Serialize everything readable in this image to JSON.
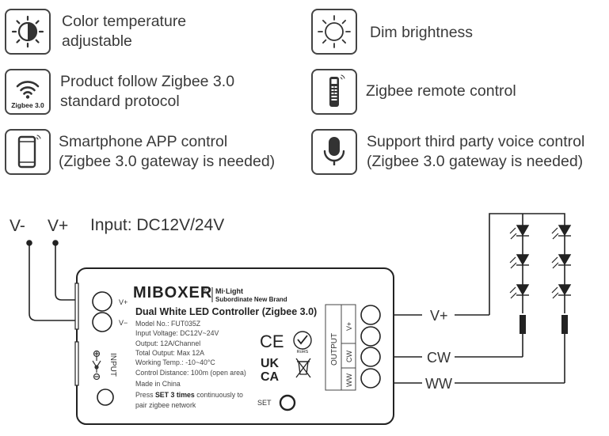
{
  "features": [
    {
      "icon": "color-temperature-icon",
      "lines": [
        "Color temperature",
        "adjustable"
      ]
    },
    {
      "icon": "brightness-icon",
      "lines": [
        "Dim brightness"
      ]
    },
    {
      "icon": "zigbee-wifi-icon",
      "icon_label": "Zigbee 3.0",
      "lines": [
        "Product follow Zigbee 3.0",
        "standard protocol"
      ]
    },
    {
      "icon": "remote-control-icon",
      "lines": [
        "Zigbee remote control"
      ]
    },
    {
      "icon": "smartphone-icon",
      "lines": [
        "Smartphone APP control",
        "(Zigbee 3.0 gateway is needed)"
      ]
    },
    {
      "icon": "microphone-icon",
      "lines": [
        "Support third party voice control",
        "(Zigbee 3.0 gateway is needed)"
      ]
    }
  ],
  "wiring": {
    "input_minus": "V-",
    "input_plus": "V+",
    "input_label": "Input: DC12V/24V",
    "out_vplus": "V+",
    "out_cw": "CW",
    "out_ww": "WW"
  },
  "controller": {
    "brand": "MIBOXER",
    "brand_reg": "®",
    "sub_brand_1": "Mi·Light",
    "sub_brand_2": "Subordinate New Brand",
    "title": "Dual White LED Controller (Zigbee 3.0)",
    "specs": [
      "Model No.: FUT035Z",
      "Input Voltage: DC12V~24V",
      "Output: 12A/Channel",
      "Total Output: Max 12A",
      "Working Temp.: -10~40°C",
      "Control Distance: 100m (open area)",
      "Made in China"
    ],
    "press_prefix": "Press ",
    "press_bold": "SET 3 times",
    "press_suffix": " continuously to",
    "press_line2": "pair zigbee network",
    "set_label": "SET",
    "terminal_vplus": "V+",
    "terminal_vminus": "V−",
    "input_side_label": "INPUT",
    "output_label": "OUTPUT",
    "out_term_vplus": "V+",
    "out_term_cw": "CW",
    "out_term_ww": "WW",
    "ce_mark": "CE",
    "rohs_mark": "RoHS",
    "ukca_1": "UK",
    "ukca_2": "CA"
  }
}
